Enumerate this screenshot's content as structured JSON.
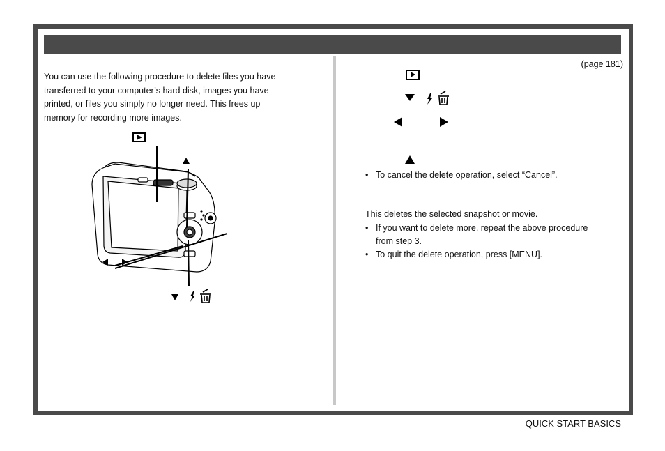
{
  "page": {
    "page_reference": "(page 181)",
    "footer_section": "QUICK START BASICS",
    "page_number": ""
  },
  "left": {
    "intro_lines": [
      "You can use the following procedure to delete files you have",
      "transferred to your computer’s hard disk, images you have",
      "printed, or files you simply no longer need. This frees up",
      "memory for recording more images."
    ]
  },
  "right": {
    "bullet_cancel": "To cancel the delete operation, select “Cancel”.",
    "deletes_text": "This deletes the selected snapshot or movie.",
    "bullet_more_1": "If you want to delete more, repeat the above procedure",
    "bullet_more_2": "from step 3.",
    "bullet_quit": "To quit the delete operation, press [MENU]."
  },
  "icons": {
    "play": "playback-icon",
    "down": "down-arrow-icon",
    "up": "up-arrow-icon",
    "left": "left-arrow-icon",
    "right": "right-arrow-icon",
    "flash": "flash-icon",
    "trash": "trash-icon"
  },
  "colors": {
    "frame": "#4a4a4a",
    "divider": "#c8c8c8"
  }
}
